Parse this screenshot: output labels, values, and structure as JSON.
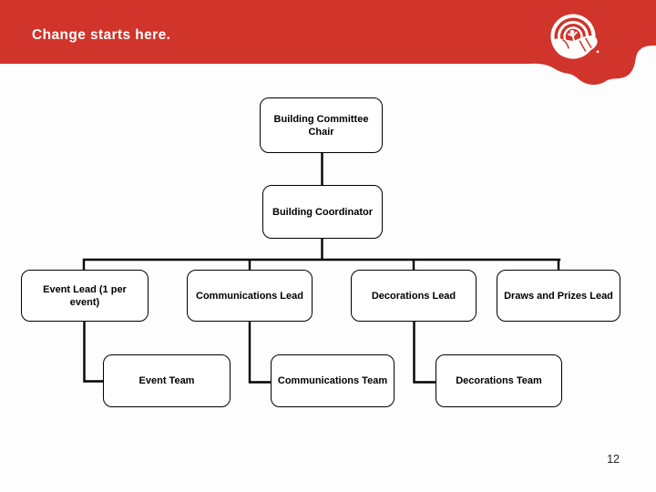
{
  "header": {
    "tagline": "Change starts here.",
    "brand_color": "#d0342a",
    "logo": "united-way-hand-person-rainbow"
  },
  "org_chart": {
    "nodes": {
      "chair": {
        "label": "Building Committee Chair"
      },
      "coordinator": {
        "label": "Building Coordinator"
      },
      "event_lead": {
        "label": "Event Lead (1 per event)"
      },
      "communications_lead": {
        "label": "Communications Lead"
      },
      "decorations_lead": {
        "label": "Decorations Lead"
      },
      "draws_prizes_lead": {
        "label": "Draws and Prizes Lead"
      },
      "event_team": {
        "label": "Event Team"
      },
      "communications_team": {
        "label": "Communications Team"
      },
      "decorations_team": {
        "label": "Decorations Team"
      }
    },
    "line_color": "#000000",
    "box_fill": "#ffffff",
    "box_border_color": "#000000"
  },
  "footer": {
    "page_number": "12"
  }
}
